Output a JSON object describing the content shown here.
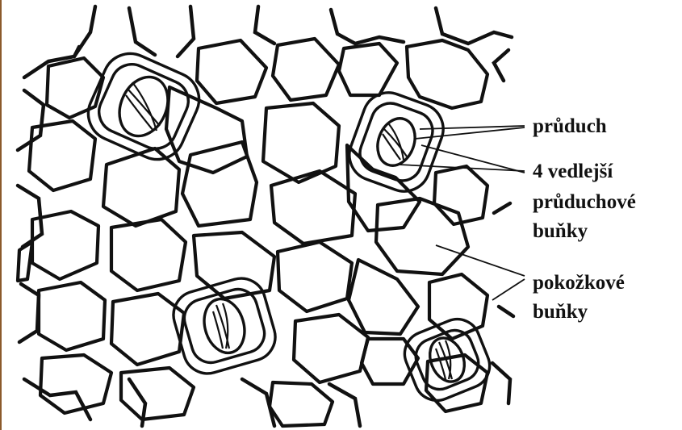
{
  "labels": {
    "pruduch": "průduch",
    "vedlejsi_line1": "4 vedlejší",
    "vedlejsi_line2": "průduchové",
    "vedlejsi_line3": "buňky",
    "pokozkove_line1": "pokožkové",
    "pokozkove_line2": "buňky"
  },
  "colors": {
    "ink": "#111111",
    "background": "#ffffff",
    "frame": "#8b5a2b"
  }
}
